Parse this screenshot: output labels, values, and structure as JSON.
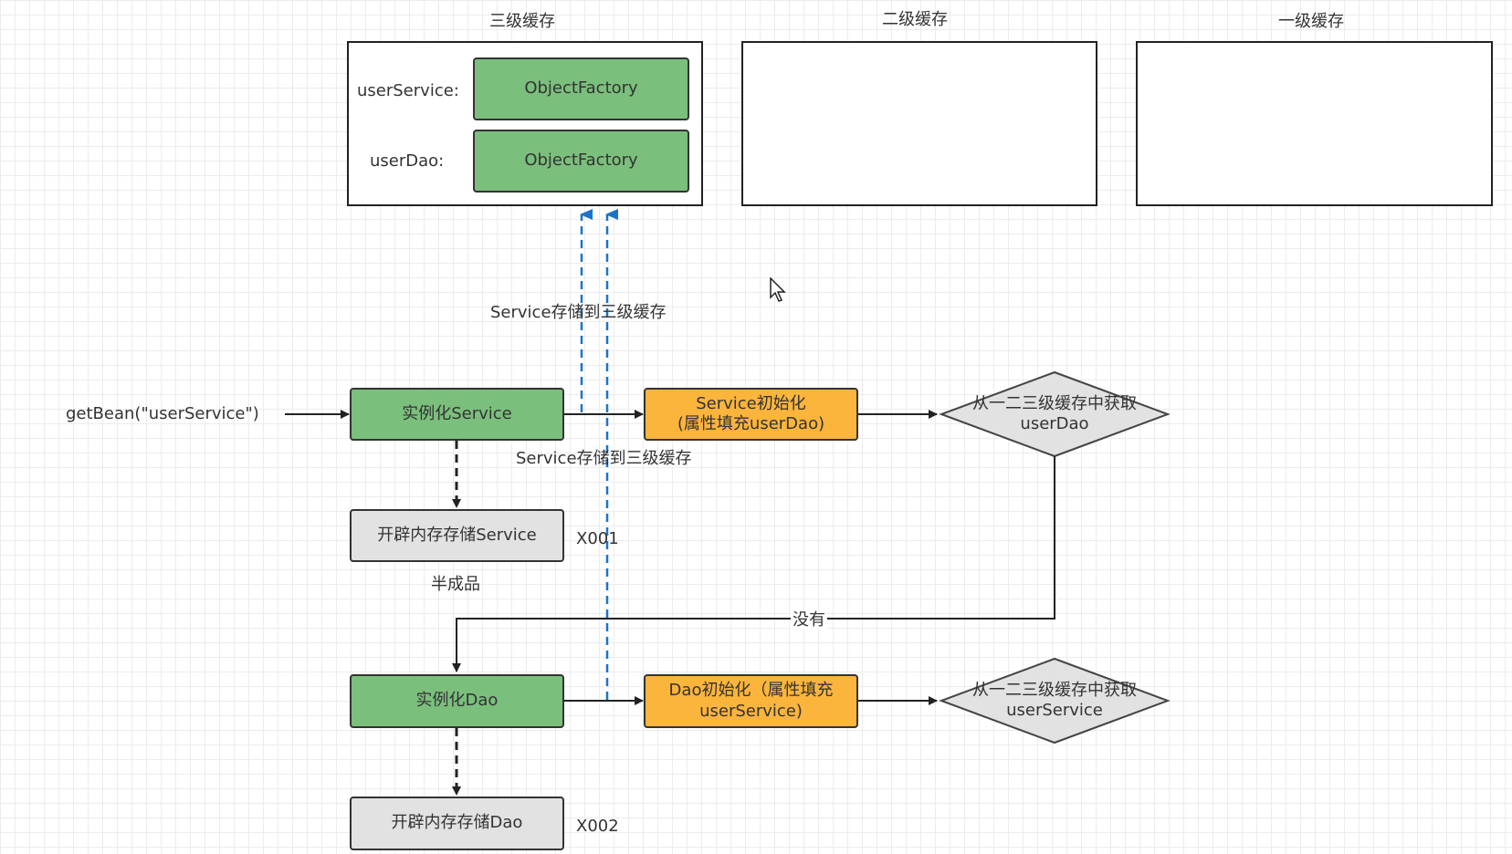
{
  "caches": {
    "level3": {
      "title": "三级缓存",
      "entries": [
        {
          "key": "userService:",
          "value": "ObjectFactory"
        },
        {
          "key": "userDao:",
          "value": "ObjectFactory"
        }
      ]
    },
    "level2": {
      "title": "二级缓存"
    },
    "level1": {
      "title": "一级缓存"
    }
  },
  "flow": {
    "entry": "getBean(\"userService\")",
    "instantiate_service": "实例化Service",
    "alloc_service": "开辟内存存储Service",
    "alloc_service_addr": "X001",
    "half_product": "半成品",
    "service_init_line1": "Service初始化",
    "service_init_line2": "(属性填充userDao)",
    "get_userdao_line1": "从一二三级缓存中获取",
    "get_userdao_line2": "userDao",
    "store_label_upper": "Service存储到三级缓存",
    "store_label_lower": "Service存储到三级缓存",
    "none_label": "没有",
    "instantiate_dao": "实例化Dao",
    "alloc_dao": "开辟内存存储Dao",
    "alloc_dao_addr": "X002",
    "dao_init_line1": "Dao初始化（属性填充",
    "dao_init_line2": "userService)",
    "get_userservice_line1": "从一二三级缓存中获取",
    "get_userservice_line2": "userService"
  },
  "colors": {
    "instantiate": "#7bbf7d",
    "init": "#fbb43c",
    "memory": "#e2e2e2",
    "dashed_arrow": "#1a73c9"
  }
}
